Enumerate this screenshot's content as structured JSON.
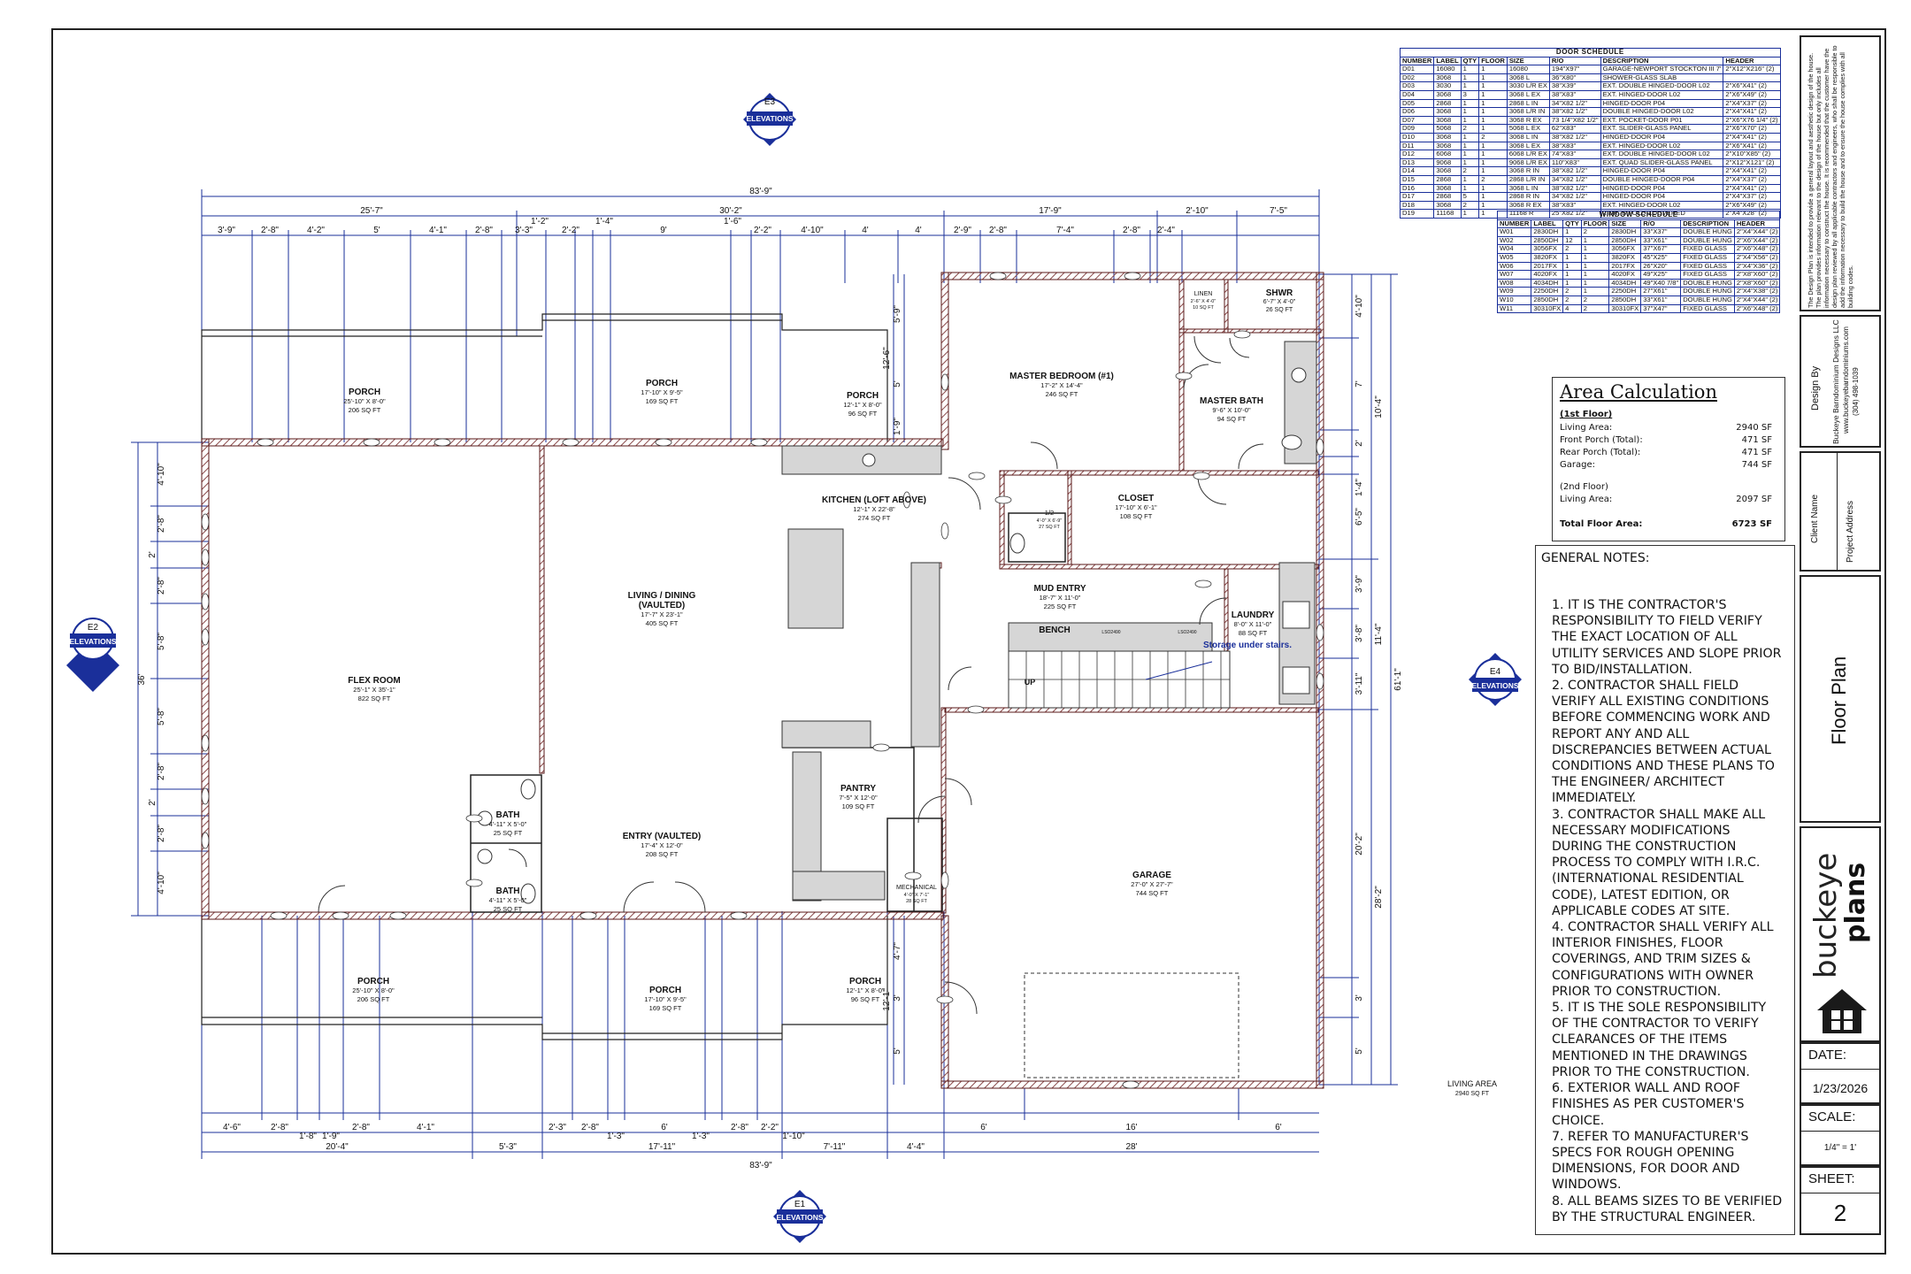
{
  "elevation_markers": [
    {
      "id": "E3",
      "label": "ELEVATIONS"
    },
    {
      "id": "E2",
      "label": "ELEVATIONS"
    },
    {
      "id": "E4",
      "label": "ELEVATIONS"
    },
    {
      "id": "E1",
      "label": "ELEVATIONS"
    }
  ],
  "dims_top": {
    "overall": "83'-9\"",
    "left": "25'-7\"",
    "mid": "30'-2\"",
    "right": "17'-9\"",
    "right2": "2'-10\"",
    "right3": "7'-5\"",
    "r1": [
      "3'-9\"",
      "2'-8\"",
      "4'-2\"",
      "5'",
      "4'-1\"",
      "2'-8\"",
      "3'-3\"",
      "2'-2\"",
      "1'-2\"",
      "1'-4\"",
      "9'",
      "1'-6\"",
      "2'-2\"",
      "4'-10\"",
      "4'",
      "4'",
      "2'-9\"",
      "2'-8\"",
      "7'-4\"",
      "2'-8\"",
      "2'-4\""
    ]
  },
  "dims_bottom": {
    "overall": "83'-9\"",
    "r2": [
      "20'-4\"",
      "5'-3\"",
      "17'-11\"",
      "7'-11\"",
      "4'-4\"",
      "28'"
    ],
    "r1": [
      "4'-6\"",
      "2'-8\"",
      "1'-8\"",
      "1'-9\"",
      "2'-8\"",
      "4'-1\"",
      "2'-3\"",
      "2'-8\"",
      "1'-3\"",
      "6'",
      "1'-3\"",
      "2'-8\"",
      "2'-2\"",
      "1'-10\"",
      "6'",
      "16'",
      "6'"
    ]
  },
  "dims_left": {
    "overall": "36'",
    "r1": [
      "4'-10\"",
      "2'-8\"",
      "2'",
      "2'-8\"",
      "5'-8\"",
      "5'-8\"",
      "2'-8\"",
      "2'",
      "2'-8\"",
      "4'-10\""
    ]
  },
  "dims_right": {
    "overall": "61'-1\"",
    "mid": [
      "10'-4\"",
      "11'-4\"",
      "28'-2\""
    ],
    "r1": [
      "4'-10\"",
      "7'",
      "2'",
      "1'-4\"",
      "6'-5\"",
      "3'-9\"",
      "3'-8\"",
      "3'-11\"",
      "20'-2\"",
      "3'",
      "5'"
    ]
  },
  "dims_porch": [
    "12'-6\"",
    "5'-9\"",
    "5'",
    "1'-9\"",
    "4'-7\"",
    "3'",
    "5'",
    "12'-1\""
  ],
  "rooms": [
    {
      "name": "PORCH",
      "size": "25'-10\" X 8'-0\"",
      "area": "206 SQ FT"
    },
    {
      "name": "PORCH",
      "size": "17'-10\" X 9'-5\"",
      "area": "169 SQ FT"
    },
    {
      "name": "PORCH",
      "size": "12'-1\" X 8'-0\"",
      "area": "96 SQ FT"
    },
    {
      "name": "MASTER BEDROOM (#1)",
      "size": "17'-2\" X 14'-4\"",
      "area": "246 SQ FT"
    },
    {
      "name": "SHWR",
      "size": "6'-7\" X 4'-0\"",
      "area": "26 SQ FT"
    },
    {
      "name": "LINEN",
      "size": "2'-6\" X 4'-0\"",
      "area": "10 SQ FT"
    },
    {
      "name": "MASTER BATH",
      "size": "9'-6\" X 10'-0\"",
      "area": "94 SQ FT"
    },
    {
      "name": "KITCHEN (LOFT ABOVE)",
      "size": "12'-1\" X 22'-8\"",
      "area": "274 SQ FT"
    },
    {
      "name": "CLOSET",
      "size": "17'-10\" X 6'-1\"",
      "area": "108 SQ FT"
    },
    {
      "name": "1/2",
      "size": "4'-0\" X 6'-9\"",
      "area": "27 SQ FT"
    },
    {
      "name": "LIVING / DINING",
      "name2": "(VAULTED)",
      "size": "17'-7\" X 23'-1\"",
      "area": "405 SQ FT"
    },
    {
      "name": "MUD ENTRY",
      "size": "18'-7\" X 11'-0\"",
      "area": "225 SQ FT"
    },
    {
      "name": "LAUNDRY",
      "size": "8'-0\" X 11'-0\"",
      "area": "88 SQ FT"
    },
    {
      "name": "FLEX ROOM",
      "size": "25'-1\" X 35'-1\"",
      "area": "822 SQ FT"
    },
    {
      "name": "PANTRY",
      "size": "7'-5\" X 12'-0\"",
      "area": "109 SQ FT"
    },
    {
      "name": "BATH",
      "size": "4'-11\" X 5'-0\"",
      "area": "25 SQ FT"
    },
    {
      "name": "ENTRY (VAULTED)",
      "size": "17'-4\" X 12'-0\"",
      "area": "208 SQ FT"
    },
    {
      "name": "BATH",
      "size": "4'-11\" X 5'-0\"",
      "area": "25 SQ FT"
    },
    {
      "name": "MECHANICAL",
      "size": "4'-0\" X 7'-1\"",
      "area": "28 SQ FT"
    },
    {
      "name": "GARAGE",
      "size": "27'-0\" X 27'-7\"",
      "area": "744 SQ FT"
    },
    {
      "name": "PORCH",
      "size": "25'-10\" X 8'-0\"",
      "area": "206 SQ FT"
    },
    {
      "name": "PORCH",
      "size": "17'-10\" X 9'-5\"",
      "area": "169 SQ FT"
    },
    {
      "name": "PORCH",
      "size": "12'-1\" X 8'-0\"",
      "area": "96 SQ FT"
    }
  ],
  "annotations": {
    "bench": "BENCH",
    "storage": "Storage under stairs.",
    "up": "UP",
    "living_area": "LIVING AREA",
    "living_area_sf": "2940 SQ FT",
    "bench_code1": "LSO2490",
    "bench_code2": "LSO2490"
  },
  "door_schedule": {
    "title": "DOOR SCHEDULE",
    "headers": [
      "NUMBER",
      "LABEL",
      "QTY",
      "FLOOR",
      "SIZE",
      "R/O",
      "DESCRIPTION",
      "HEADER"
    ],
    "rows": [
      [
        "D01",
        "16080",
        "1",
        "1",
        "16080",
        "194\"X97\"",
        "GARAGE-NEWPORT STOCKTON III 7'",
        "2\"X12\"X216\" (2)"
      ],
      [
        "D02",
        "3068",
        "1",
        "1",
        "3068 L",
        "36\"X80\"",
        "SHOWER-GLASS SLAB",
        ""
      ],
      [
        "D03",
        "3030",
        "1",
        "1",
        "3030 L/R EX",
        "38\"X39\"",
        "EXT. DOUBLE HINGED-DOOR L02",
        "2\"X6\"X41\" (2)"
      ],
      [
        "D04",
        "3068",
        "3",
        "1",
        "3068 L EX",
        "38\"X83\"",
        "EXT. HINGED-DOOR L02",
        "2\"X6\"X49\" (2)"
      ],
      [
        "D05",
        "2868",
        "1",
        "1",
        "2868 L IN",
        "34\"X82 1/2\"",
        "HINGED-DOOR P04",
        "2\"X4\"X37\" (2)"
      ],
      [
        "D06",
        "3068",
        "1",
        "1",
        "3068 L/R IN",
        "38\"X82 1/2\"",
        "DOUBLE HINGED-DOOR L02",
        "2\"X4\"X41\" (2)"
      ],
      [
        "D07",
        "3068",
        "1",
        "1",
        "3068 R EX",
        "73 1/4\"X82 1/2\"",
        "EXT. POCKET-DOOR P01",
        "2\"X6\"X76 1/4\" (2)"
      ],
      [
        "D09",
        "5068",
        "2",
        "1",
        "5068 L EX",
        "62\"X83\"",
        "EXT. SLIDER-GLASS PANEL",
        "2\"X6\"X70\" (2)"
      ],
      [
        "D10",
        "3068",
        "1",
        "2",
        "3068 L IN",
        "38\"X82 1/2\"",
        "HINGED-DOOR P04",
        "2\"X4\"X41\" (2)"
      ],
      [
        "D11",
        "3068",
        "1",
        "1",
        "3068 L EX",
        "38\"X83\"",
        "EXT. HINGED-DOOR L02",
        "2\"X6\"X41\" (2)"
      ],
      [
        "D12",
        "6068",
        "1",
        "1",
        "6068 L/R EX",
        "74\"X83\"",
        "EXT. DOUBLE HINGED-DOOR L02",
        "2\"X10\"X85\" (2)"
      ],
      [
        "D13",
        "9068",
        "1",
        "1",
        "9068 L/R EX",
        "110\"X83\"",
        "EXT. QUAD SLIDER-GLASS PANEL",
        "2\"X12\"X121\" (2)"
      ],
      [
        "D14",
        "3068",
        "2",
        "1",
        "3068 R IN",
        "38\"X82 1/2\"",
        "HINGED-DOOR P04",
        "2\"X4\"X41\" (2)"
      ],
      [
        "D15",
        "2868",
        "1",
        "2",
        "2868 L/R IN",
        "34\"X82 1/2\"",
        "DOUBLE HINGED-DOOR P04",
        "2\"X4\"X37\" (2)"
      ],
      [
        "D16",
        "3068",
        "1",
        "1",
        "3068 L IN",
        "38\"X82 1/2\"",
        "HINGED-DOOR P04",
        "2\"X4\"X41\" (2)"
      ],
      [
        "D17",
        "2868",
        "5",
        "1",
        "2868 R IN",
        "34\"X82 1/2\"",
        "HINGED-DOOR P04",
        "2\"X4\"X37\" (2)"
      ],
      [
        "D18",
        "3068",
        "2",
        "1",
        "3068 R EX",
        "38\"X83\"",
        "EXT. HINGED-DOOR L02",
        "2\"X6\"X49\" (2)"
      ],
      [
        "D19",
        "11168",
        "1",
        "1",
        "11168 R",
        "25\"X82 1/2\"",
        "2 DR. BIFOLD-LOUVERED",
        "2\"X4\"X28\" (2)"
      ]
    ]
  },
  "window_schedule": {
    "title": "WINDOW SCHEDULE",
    "headers": [
      "NUMBER",
      "LABEL",
      "QTY",
      "FLOOR",
      "SIZE",
      "R/O",
      "DESCRIPTION",
      "HEADER"
    ],
    "rows": [
      [
        "W01",
        "2830DH",
        "1",
        "2",
        "2830DH",
        "33\"X37\"",
        "DOUBLE HUNG",
        "2\"X4\"X44\" (2)"
      ],
      [
        "W02",
        "2850DH",
        "12",
        "1",
        "2850DH",
        "33\"X61\"",
        "DOUBLE HUNG",
        "2\"X6\"X44\" (2)"
      ],
      [
        "W04",
        "3056FX",
        "2",
        "1",
        "3056FX",
        "37\"X67\"",
        "FIXED GLASS",
        "2\"X6\"X48\" (2)"
      ],
      [
        "W05",
        "3820FX",
        "1",
        "1",
        "3820FX",
        "45\"X25\"",
        "FIXED GLASS",
        "2\"X4\"X56\" (2)"
      ],
      [
        "W06",
        "2017FX",
        "1",
        "1",
        "2017FX",
        "26\"X20\"",
        "FIXED GLASS",
        "2\"X4\"X36\" (2)"
      ],
      [
        "W07",
        "4020FX",
        "1",
        "1",
        "4020FX",
        "49\"X25\"",
        "FIXED GLASS",
        "2\"X8\"X60\" (2)"
      ],
      [
        "W08",
        "4034DH",
        "1",
        "1",
        "4034DH",
        "49\"X40 7/8\"",
        "DOUBLE HUNG",
        "2\"X8\"X60\" (2)"
      ],
      [
        "W09",
        "2250DH",
        "2",
        "1",
        "2250DH",
        "27\"X61\"",
        "DOUBLE HUNG",
        "2\"X4\"X38\" (2)"
      ],
      [
        "W10",
        "2850DH",
        "2",
        "2",
        "2850DH",
        "33\"X61\"",
        "DOUBLE HUNG",
        "2\"X4\"X44\" (2)"
      ],
      [
        "W11",
        "30310FX",
        "4",
        "2",
        "30310FX",
        "37\"X47\"",
        "FIXED GLASS",
        "2\"X6\"X48\" (2)"
      ]
    ]
  },
  "area_calc": {
    "title": "Area Calculation",
    "first_floor": "(1st Floor)",
    "rows": [
      {
        "label": "Living Area:",
        "value": "2940 SF"
      },
      {
        "label": "Front Porch (Total):",
        "value": "471 SF"
      },
      {
        "label": "Rear Porch (Total):",
        "value": "471 SF"
      },
      {
        "label": "Garage:",
        "value": "744 SF"
      }
    ],
    "second_floor": "(2nd Floor)",
    "second_rows": [
      {
        "label": "Living Area:",
        "value": "2097 SF"
      }
    ],
    "total_label": "Total Floor Area:",
    "total_value": "6723 SF"
  },
  "general_notes": {
    "title": "GENERAL NOTES:",
    "items": [
      "1. IT IS THE CONTRACTOR'S RESPONSIBILITY TO FIELD VERIFY THE EXACT LOCATION OF ALL UTILITY SERVICES AND SLOPE PRIOR TO BID/INSTALLATION.",
      "2. CONTRACTOR SHALL FIELD VERIFY ALL EXISTING CONDITIONS BEFORE COMMENCING WORK AND REPORT ANY AND ALL DISCREPANCIES BETWEEN ACTUAL CONDITIONS AND THESE PLANS TO THE ENGINEER/ ARCHITECT IMMEDIATELY.",
      "3. CONTRACTOR SHALL MAKE ALL NECESSARY MODIFICATIONS DURING THE CONSTRUCTION PROCESS TO COMPLY WITH I.R.C. (INTERNATIONAL RESIDENTIAL CODE), LATEST EDITION, OR APPLICABLE CODES AT SITE.",
      "4. CONTRACTOR SHALL VERIFY ALL INTERIOR FINISHES, FLOOR COVERINGS, AND TRIM SIZES & CONFIGURATIONS WITH OWNER PRIOR TO CONSTRUCTION.",
      "5. IT IS THE SOLE RESPONSIBILITY OF THE CONTRACTOR TO VERIFY CLEARANCES OF THE ITEMS MENTIONED IN THE DRAWINGS PRIOR TO THE CONSTRUCTION.",
      "6. EXTERIOR WALL AND ROOF FINISHES AS PER CUSTOMER'S CHOICE.",
      "7. REFER TO MANUFACTURER'S SPECS FOR ROUGH OPENING DIMENSIONS, FOR DOOR AND WINDOWS.",
      "8. ALL BEAMS SIZES TO BE VERIFIED BY THE STRUCTURAL ENGINEER."
    ]
  },
  "title_block": {
    "disclaimer": "The Design Plan is intended to provide a general layout and aesthetic design of the house. The plan provides information relevant to the design of the house but only includes all information necessary to construct the house. It is recommended that the customer have the design plan reviewed by all applicable contractors and engineers, who shall be responsible to add the information necessary to build the house and to ensure the house complies with all building codes.",
    "design_by_label": "Design By",
    "designer": "Buckeye Barndominium Designs LLC",
    "website": "www.buckeyebarndominiums.com",
    "phone": "(304) 498-1039",
    "client_label": "Client Name",
    "address_label": "Project Address",
    "sheet_title": "Floor Plan",
    "logo_top": "buckeye",
    "logo_bottom": "plans",
    "date_label": "DATE:",
    "date_value": "1/23/2026",
    "scale_label": "SCALE:",
    "scale_value": "1/4\" = 1'",
    "sheet_label": "SHEET:",
    "sheet_value": "2"
  },
  "colors": {
    "wall": "#7a2c2c",
    "dim": "#1a2f9a",
    "ink": "#111111",
    "marker": "#1a2f9a"
  }
}
